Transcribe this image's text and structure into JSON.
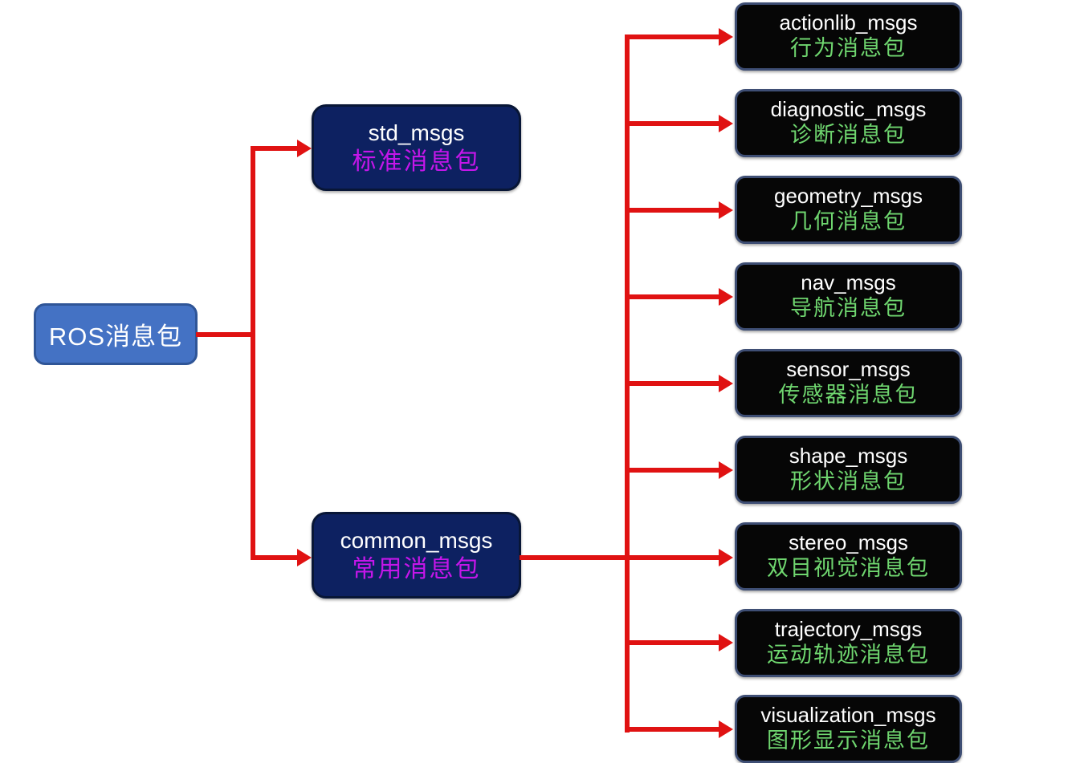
{
  "diagram": {
    "title_hint": "ROS message packages tree",
    "root": {
      "label": "ROS消息包"
    },
    "mid_nodes": [
      {
        "title": "std_msgs",
        "subtitle": "标准消息包"
      },
      {
        "title": "common_msgs",
        "subtitle": "常用消息包"
      }
    ],
    "right_nodes": [
      {
        "title": "actionlib_msgs",
        "subtitle": "行为消息包"
      },
      {
        "title": "diagnostic_msgs",
        "subtitle": "诊断消息包"
      },
      {
        "title": "geometry_msgs",
        "subtitle": "几何消息包"
      },
      {
        "title": "nav_msgs",
        "subtitle": "导航消息包"
      },
      {
        "title": "sensor_msgs",
        "subtitle": "传感器消息包"
      },
      {
        "title": "shape_msgs",
        "subtitle": "形状消息包"
      },
      {
        "title": "stereo_msgs",
        "subtitle": "双目视觉消息包"
      },
      {
        "title": "trajectory_msgs",
        "subtitle": "运动轨迹消息包"
      },
      {
        "title": "visualization_msgs",
        "subtitle": "图形显示消息包"
      }
    ],
    "colors": {
      "root_fill": "#4472c4",
      "root_border": "#2f5597",
      "mid_fill": "#0d2161",
      "mid_border": "#081636",
      "right_fill": "#060606",
      "right_border": "#3e4e74",
      "arrow": "#e01212",
      "title_text": "#ffffff",
      "mid_subtitle": "#c516ea",
      "right_subtitle": "#6fd66f"
    }
  }
}
